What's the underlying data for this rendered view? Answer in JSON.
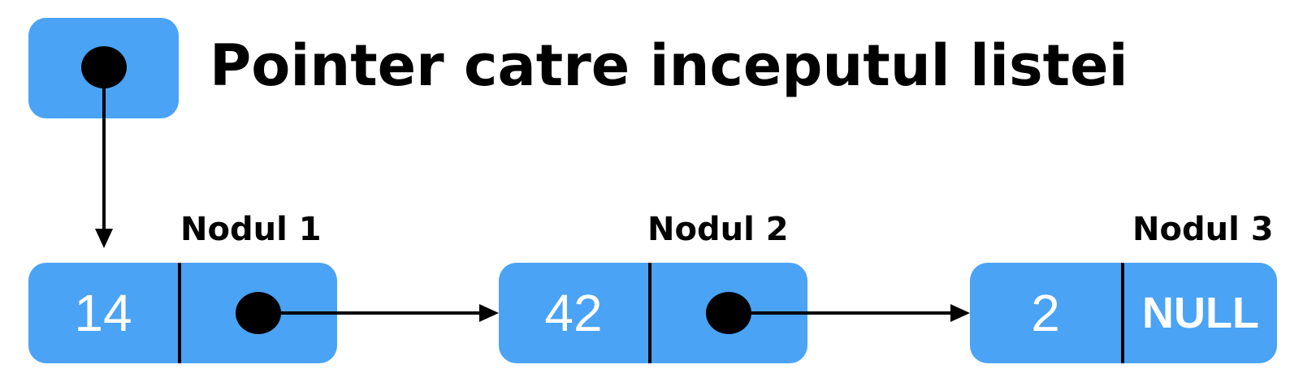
{
  "title": "Pointer catre inceputul listei",
  "nodes": [
    {
      "label": "Nodul 1",
      "value": "14"
    },
    {
      "label": "Nodul 2",
      "value": "42"
    },
    {
      "label": "Nodul 3",
      "value": "2",
      "next": "NULL"
    }
  ],
  "colors": {
    "box": "#4aa3f5",
    "ink": "#000000",
    "text": "#ffffff"
  }
}
